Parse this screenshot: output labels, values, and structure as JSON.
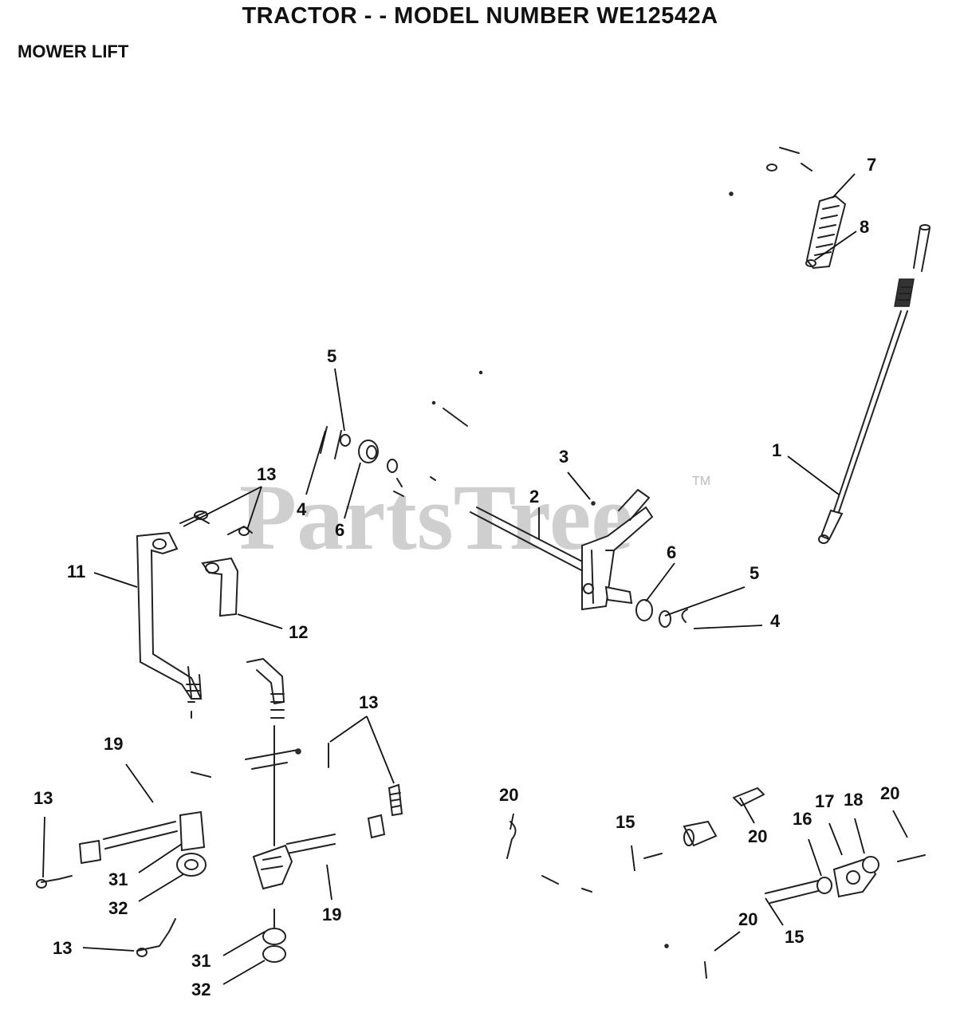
{
  "header": {
    "title": "TRACTOR - - MODEL NUMBER WE12542A",
    "section": "MOWER LIFT"
  },
  "watermark": {
    "text": "PartsTree",
    "trademark": "TM"
  },
  "callouts": {
    "c1": "1",
    "c2": "2",
    "c3": "3",
    "c4a": "4",
    "c4b": "4",
    "c5a": "5",
    "c5b": "5",
    "c6a": "6",
    "c6b": "6",
    "c7": "7",
    "c8": "8",
    "c11": "11",
    "c12": "12",
    "c13a": "13",
    "c13b": "13",
    "c13c": "13",
    "c13d": "13",
    "c15a": "15",
    "c15b": "15",
    "c16": "16",
    "c17": "17",
    "c18": "18",
    "c19a": "19",
    "c19b": "19",
    "c20a": "20",
    "c20b": "20",
    "c20c": "20",
    "c20d": "20",
    "c31a": "31",
    "c31b": "31",
    "c32a": "32",
    "c32b": "32"
  }
}
